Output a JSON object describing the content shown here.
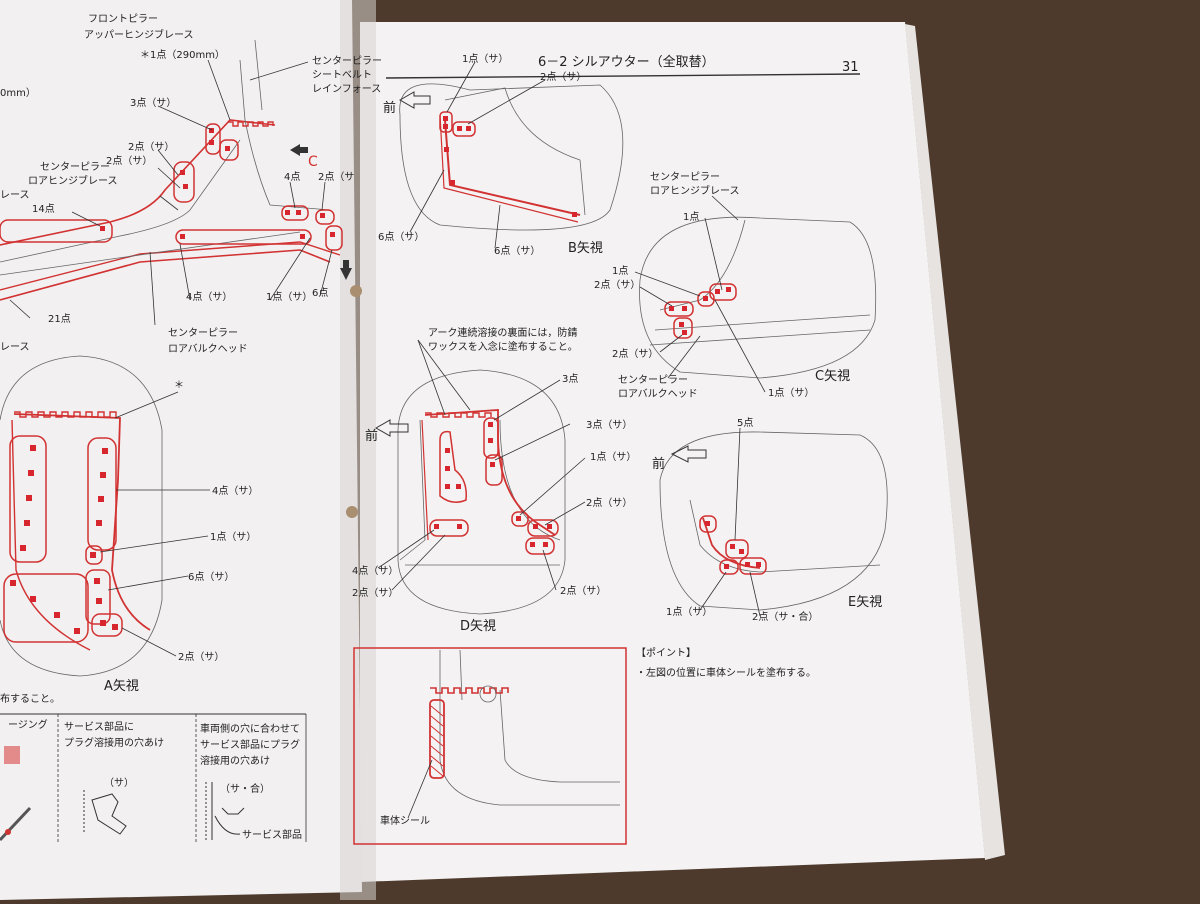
{
  "colors": {
    "accent_red": "#d23232",
    "paper": "#f4f2f2",
    "table": "#4d3a2c"
  },
  "right_page": {
    "header": "6－2 シルアウター（全取替）",
    "page_number": "31"
  },
  "left_page": {
    "top": {
      "title_line1": "フロントピラー",
      "title_line2": "アッパーヒンジブレース",
      "note_290": "＊1点（290mm）",
      "note_mm": "0mm）",
      "center_pillar_reinf_1": "センターピラー",
      "center_pillar_reinf_2": "シートベルト",
      "center_pillar_reinf_3": "レインフォース",
      "pt3": "3点（サ）",
      "pt2a": "2点（サ）",
      "pt2b": "2点（サ）",
      "lower_hinge_1": "センターピラー",
      "lower_hinge_2": "ロアヒンジブレース",
      "brace": "レース",
      "arrow_c": "C",
      "pt4_top": "4点",
      "pt2_top": "2点（サ",
      "pt14": "14点",
      "pt4b": "4点（サ）",
      "pt1b": "1点（サ）",
      "pt6": "6点",
      "pt21": "21点",
      "lower_bulk_1": "センターピラー",
      "lower_bulk_2": "ロアバルクヘッド",
      "brace2": "レース"
    },
    "view_a": {
      "star": "＊",
      "pt4": "4点（サ）",
      "pt1": "1点（サ）",
      "pt6": "6点（サ）",
      "pt2": "2点（サ）",
      "caption": "A矢視",
      "bottom_note": "布すること。"
    },
    "legend": {
      "col1": "ージング",
      "col2_line1": "サービス部品に",
      "col2_line2": "プラグ溶接用の穴あけ",
      "col2_sym": "（サ）",
      "col3_line1": "車両側の穴に合わせて",
      "col3_line2": "サービス部品にプラグ",
      "col3_line3": "溶接用の穴あけ",
      "col3_sym": "（サ・合）",
      "col3_part": "サービス部品"
    }
  },
  "view_b": {
    "pt1": "1点（サ）",
    "pt2": "2点（サ）",
    "front": "前",
    "pt6a": "6点（サ）",
    "pt6b": "6点（サ）",
    "caption": "B矢視"
  },
  "view_c": {
    "hinge_1": "センターピラー",
    "hinge_2": "ロアヒンジブレース",
    "pt1a": "1点",
    "pt1b": "1点",
    "pt2": "2点（サ）",
    "pt2b": "2点（サ）",
    "bulk_1": "センターピラー",
    "bulk_2": "ロアバルクヘッド",
    "pt1c": "1点（サ）",
    "caption": "C矢視"
  },
  "view_d": {
    "note_1": "アーク連続溶接の裏面には，防錆",
    "note_2": "ワックスを入念に塗布すること。",
    "front": "前",
    "pt3": "3点",
    "pt3s": "3点（サ）",
    "pt1": "1点（サ）",
    "pt2a": "2点（サ）",
    "pt4": "4点（サ）",
    "pt2b": "2点（サ）",
    "pt2c": "2点（サ）",
    "caption": "D矢視"
  },
  "view_e": {
    "pt5": "5点",
    "front": "前",
    "pt1": "1点（サ）",
    "pt2": "2点（サ・合）",
    "caption": "E矢視"
  },
  "point_box": {
    "label": "車体シール",
    "heading": "【ポイント】",
    "text": "・左図の位置に車体シールを塗布する。"
  }
}
